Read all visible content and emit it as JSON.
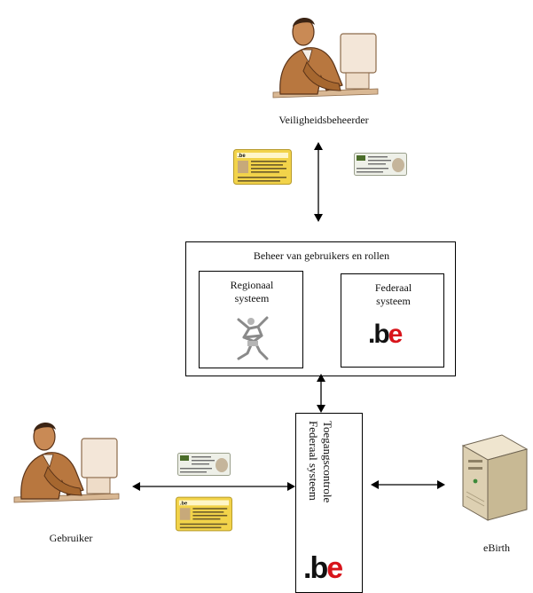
{
  "nodes": {
    "top_person": "Veiligheidsbeheerder",
    "user_person": "Gebruiker",
    "server": "eBirth"
  },
  "management_box": {
    "title": "Beheer van gebruikers en rollen",
    "regional": {
      "line1": "Regionaal",
      "line2": "systeem"
    },
    "federal": {
      "line1": "Federaal",
      "line2": "systeem"
    }
  },
  "access_box": {
    "line1": "Toegangscontrole",
    "line2": "Federaal systeem"
  },
  "logo": {
    "dot": ".",
    "b": "b",
    "e": "e"
  },
  "card": {
    "brand": ".be"
  },
  "colors": {
    "logo_red": "#d8141b",
    "card_yellow": "#f2d34a",
    "skin": "#b8773f"
  }
}
